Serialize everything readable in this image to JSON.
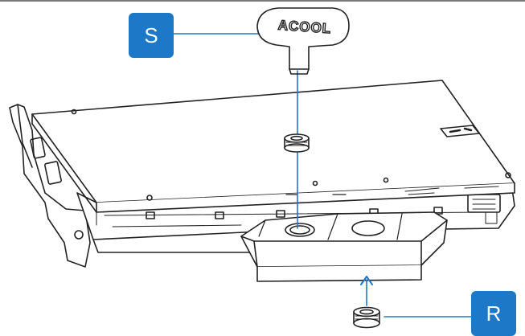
{
  "callouts": {
    "s_label": "S",
    "r_label": "R"
  },
  "tool": {
    "brand_text": "ACOOL"
  },
  "colors": {
    "accent": "#1e78c8",
    "line": "#222222",
    "callout_text": "#ffffff"
  },
  "icons": {
    "tool": "tool-key-icon",
    "plug": "screw-plug-icon",
    "arrow": "arrow-icon"
  }
}
